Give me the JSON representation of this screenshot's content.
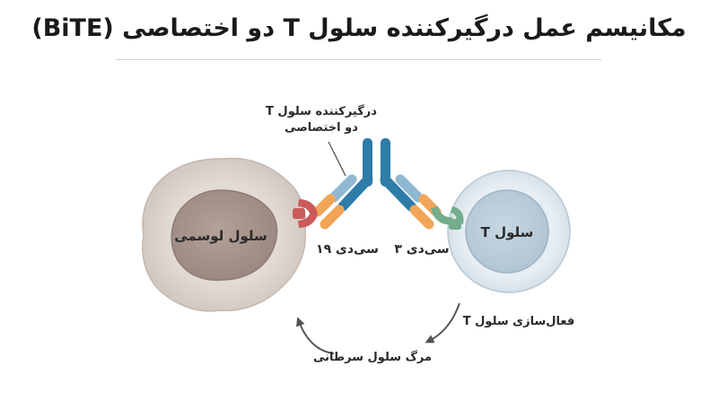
{
  "title": "مکانیسم عمل درگیرکننده سلول T دو اختصاصی (BiTE)",
  "labels": {
    "bite_line1": "درگیرکننده سلول T",
    "bite_line2": "دو اختصاصی",
    "leukemia_cell": "سلول لوسمی",
    "t_cell": "سلول T",
    "cd19": "سی‌دی ۱۹",
    "cd3": "سی‌دی ۳",
    "activation": "فعال‌سازی سلول T",
    "death": "مرگ سلول سرطانی"
  },
  "colors": {
    "leukemia_outer": "#dcd3cd",
    "leukemia_nucleus": "#a8968e",
    "t_cell_outer": "#e3ebf1",
    "t_cell_inner": "#bccfdc",
    "bite_blue": "#2e7ca8",
    "bite_orange": "#f2a556",
    "bite_lightblue": "#8fb8d2",
    "cd19_red": "#cc5a5a",
    "cd3_green": "#73ad8c",
    "arrow_gray": "#555555"
  }
}
